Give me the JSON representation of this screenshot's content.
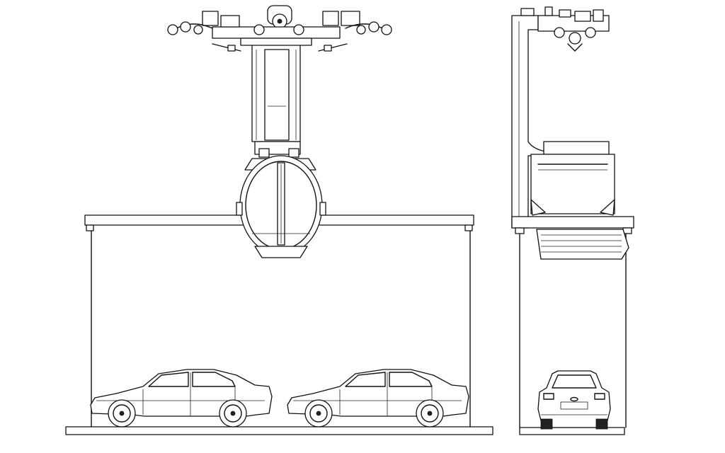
{
  "drawing": {
    "kind": "line-art-technical-drawing",
    "views": [
      "front-elevation",
      "side-elevation"
    ],
    "stroke_color": "#111111",
    "background_color": "#ffffff",
    "front_view_car_count": 2,
    "side_view_car_count": 1
  }
}
